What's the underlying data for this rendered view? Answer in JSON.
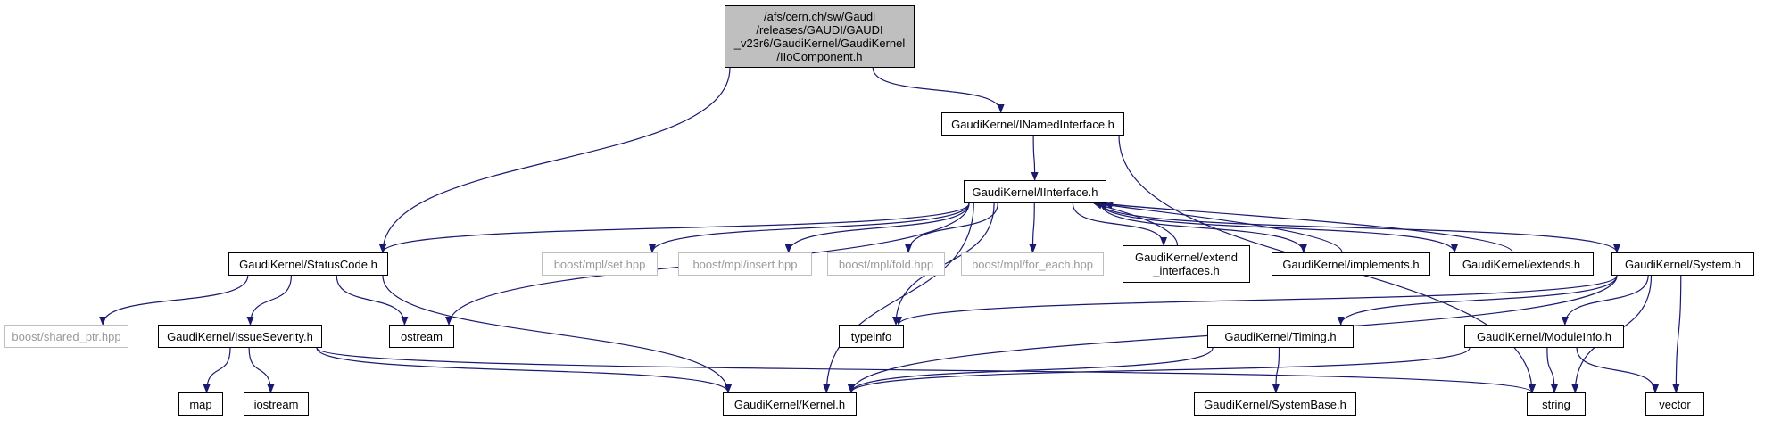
{
  "colors": {
    "edge": "#191970",
    "root_fill": "#bfbfbf",
    "external_border": "#bfbfbf",
    "external_text": "#9a9a9a"
  },
  "nodes": [
    {
      "id": "root",
      "label": "/afs/cern.ch/sw/Gaudi\n/releases/GAUDI/GAUDI\n_v23r6/GaudiKernel/GaudiKernel\n/IIoComponent.h",
      "kind": "root"
    },
    {
      "id": "inamed",
      "label": "GaudiKernel/INamedInterface.h",
      "kind": "internal"
    },
    {
      "id": "iinterface",
      "label": "GaudiKernel/IInterface.h",
      "kind": "internal"
    },
    {
      "id": "statuscode",
      "label": "GaudiKernel/StatusCode.h",
      "kind": "internal"
    },
    {
      "id": "mplset",
      "label": "boost/mpl/set.hpp",
      "kind": "external"
    },
    {
      "id": "mplinsert",
      "label": "boost/mpl/insert.hpp",
      "kind": "external"
    },
    {
      "id": "mplfold",
      "label": "boost/mpl/fold.hpp",
      "kind": "external"
    },
    {
      "id": "mplforeach",
      "label": "boost/mpl/for_each.hpp",
      "kind": "external"
    },
    {
      "id": "extendif",
      "label": "GaudiKernel/extend\n_interfaces.h",
      "kind": "internal"
    },
    {
      "id": "implements",
      "label": "GaudiKernel/implements.h",
      "kind": "internal"
    },
    {
      "id": "extends",
      "label": "GaudiKernel/extends.h",
      "kind": "internal"
    },
    {
      "id": "system",
      "label": "GaudiKernel/System.h",
      "kind": "internal"
    },
    {
      "id": "sharedptr",
      "label": "boost/shared_ptr.hpp",
      "kind": "external"
    },
    {
      "id": "issue",
      "label": "GaudiKernel/IssueSeverity.h",
      "kind": "internal"
    },
    {
      "id": "ostream",
      "label": "ostream",
      "kind": "internal"
    },
    {
      "id": "typeinfo",
      "label": "typeinfo",
      "kind": "internal"
    },
    {
      "id": "timing",
      "label": "GaudiKernel/Timing.h",
      "kind": "internal"
    },
    {
      "id": "moduleinfo",
      "label": "GaudiKernel/ModuleInfo.h",
      "kind": "internal"
    },
    {
      "id": "map",
      "label": "map",
      "kind": "internal"
    },
    {
      "id": "iostream",
      "label": "iostream",
      "kind": "internal"
    },
    {
      "id": "kernel",
      "label": "GaudiKernel/Kernel.h",
      "kind": "internal"
    },
    {
      "id": "string",
      "label": "string",
      "kind": "internal"
    },
    {
      "id": "systembase",
      "label": "GaudiKernel/SystemBase.h",
      "kind": "internal"
    },
    {
      "id": "vector",
      "label": "vector",
      "kind": "internal"
    }
  ],
  "edges": [
    [
      "root",
      "inamed"
    ],
    [
      "root",
      "statuscode"
    ],
    [
      "inamed",
      "iinterface"
    ],
    [
      "inamed",
      "string"
    ],
    [
      "iinterface",
      "statuscode"
    ],
    [
      "iinterface",
      "ostream"
    ],
    [
      "iinterface",
      "kernel"
    ],
    [
      "iinterface",
      "typeinfo"
    ],
    [
      "iinterface",
      "mplset"
    ],
    [
      "iinterface",
      "mplinsert"
    ],
    [
      "iinterface",
      "mplfold"
    ],
    [
      "iinterface",
      "mplforeach"
    ],
    [
      "iinterface",
      "extendif"
    ],
    [
      "iinterface",
      "implements"
    ],
    [
      "iinterface",
      "extends"
    ],
    [
      "iinterface",
      "system"
    ],
    [
      "extendif",
      "iinterface"
    ],
    [
      "implements",
      "iinterface"
    ],
    [
      "extends",
      "iinterface"
    ],
    [
      "statuscode",
      "sharedptr"
    ],
    [
      "statuscode",
      "issue"
    ],
    [
      "statuscode",
      "ostream"
    ],
    [
      "statuscode",
      "kernel"
    ],
    [
      "issue",
      "map"
    ],
    [
      "issue",
      "iostream"
    ],
    [
      "issue",
      "kernel"
    ],
    [
      "issue",
      "string"
    ],
    [
      "system",
      "typeinfo"
    ],
    [
      "system",
      "kernel"
    ],
    [
      "system",
      "timing"
    ],
    [
      "system",
      "moduleinfo"
    ],
    [
      "system",
      "string"
    ],
    [
      "system",
      "vector"
    ],
    [
      "timing",
      "kernel"
    ],
    [
      "timing",
      "systembase"
    ],
    [
      "moduleinfo",
      "kernel"
    ],
    [
      "moduleinfo",
      "string"
    ],
    [
      "moduleinfo",
      "vector"
    ]
  ]
}
